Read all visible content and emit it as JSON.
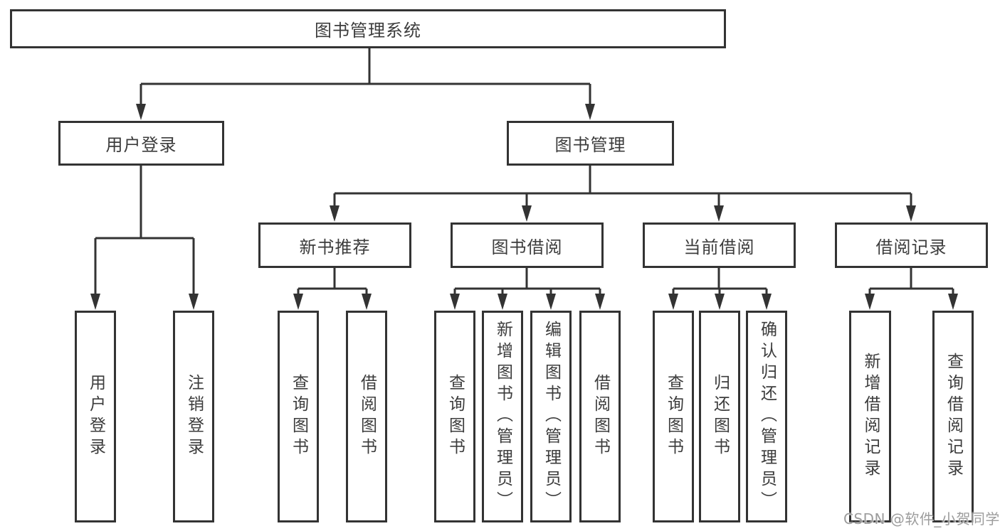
{
  "colors": {
    "background": "#ffffff",
    "line": "#333333",
    "box_border": "#333333",
    "text": "#3c3c3c",
    "watermark": "#949494"
  },
  "watermark": {
    "text": "CSDN @软件_小贺同学"
  },
  "tree": {
    "root": {
      "label": "图书管理系统",
      "children": [
        {
          "label": "用户登录",
          "children": [
            {
              "label": "用户登录"
            },
            {
              "label": "注销登录"
            }
          ]
        },
        {
          "label": "图书管理",
          "children": [
            {
              "label": "新书推荐",
              "children": [
                {
                  "label": "查询图书"
                },
                {
                  "label": "借阅图书"
                }
              ]
            },
            {
              "label": "图书借阅",
              "children": [
                {
                  "label": "查询图书"
                },
                {
                  "label": "新增图书（管理员）"
                },
                {
                  "label": "编辑图书（管理员）"
                },
                {
                  "label": "借阅图书"
                }
              ]
            },
            {
              "label": "当前借阅",
              "children": [
                {
                  "label": "查询图书"
                },
                {
                  "label": "归还图书"
                },
                {
                  "label": "确认归还（管理员）"
                }
              ]
            },
            {
              "label": "借阅记录",
              "children": [
                {
                  "label": "新增借阅记录"
                },
                {
                  "label": "查询借阅记录"
                }
              ]
            }
          ]
        }
      ]
    }
  }
}
